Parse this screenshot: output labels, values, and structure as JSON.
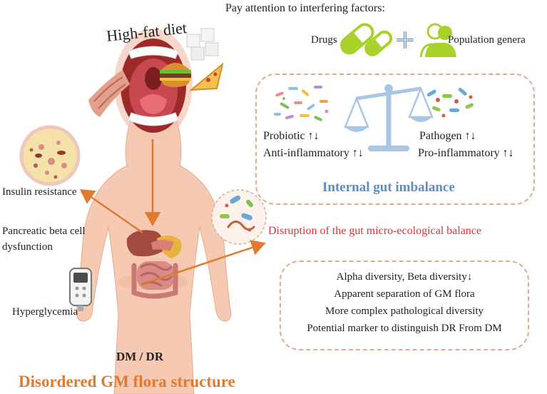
{
  "header": {
    "interfering_title": "Pay attention to interfering factors:"
  },
  "factors": {
    "drugs": "Drugs",
    "population": "Population genera"
  },
  "diet": {
    "label": "High-fat diet"
  },
  "imbalance": {
    "probiotic": "Probiotic ↑↓",
    "anti_inflammatory": "Anti-inflammatory ↑↓",
    "pathogen": "Pathogen ↑↓",
    "pro_inflammatory": "Pro-inflammatory ↑↓",
    "title": "Internal gut imbalance"
  },
  "effects": {
    "insulin": "Insulin resistance",
    "pancreatic_1": "Pancreatic beta cell",
    "pancreatic_2": "dysfunction",
    "hyperglycemia": "Hyperglycemia"
  },
  "disruption": "Disruption of the gut micro-ecological balance",
  "diversity": {
    "lines": [
      "Alpha diversity, Beta diversity↓",
      "Apparent separation of GM flora",
      "More complex pathological diversity",
      "Potential marker to distinguish DR From DM"
    ]
  },
  "body_label": "DM / DR",
  "footer": {
    "title": "Disordered GM flora structure"
  },
  "colors": {
    "accent_orange": "#e07a2e",
    "red": "#e53030",
    "blue_title": "#5b8fc3",
    "green_icon": "#a8d12a",
    "dashed_box": "#e0a990",
    "skin": "#f6c9b3"
  }
}
